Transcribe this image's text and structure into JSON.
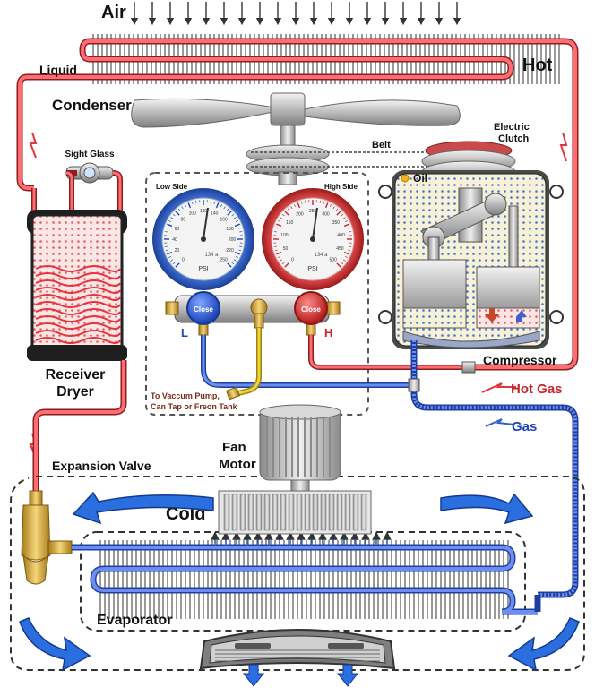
{
  "labels": {
    "air": "Air",
    "hot": "Hot",
    "liquid": "Liquid",
    "condenser": "Condenser",
    "sight_glass": "Sight Glass",
    "belt": "Belt",
    "electric_clutch_1": "Electric",
    "electric_clutch_2": "Clutch",
    "oil": "Oil",
    "compressor": "Compressor",
    "hot_gas": "Hot Gas",
    "gas": "Gas",
    "receiver": "Receiver",
    "dryer": "Dryer",
    "expansion_valve": "Expansion Valve",
    "fan_motor_1": "Fan",
    "fan_motor_2": "Motor",
    "cold": "Cold",
    "evaporator": "Evaporator",
    "vacuum_1": "To Vaccum Pump,",
    "vacuum_2": "Can Tap or Freon Tank"
  },
  "gauges": {
    "low": {
      "title": "Low Side",
      "unit": "PSI",
      "refrigerant": "134 a",
      "ticks": [
        "0",
        "20",
        "40",
        "60",
        "80",
        "100",
        "120",
        "140",
        "160",
        "180",
        "200",
        "220",
        "250"
      ],
      "valve_label": "Close",
      "port_label": "L"
    },
    "high": {
      "title": "High Side",
      "unit": "PSI",
      "refrigerant": "134 a",
      "ticks": [
        "0",
        "50",
        "100",
        "150",
        "200",
        "250",
        "300",
        "350",
        "400",
        "450",
        "500"
      ],
      "valve_label": "Close",
      "port_label": "H"
    }
  },
  "colors": {
    "hot_line": "#e8323c",
    "cold_line": "#2f5fd8",
    "yellow_hose": "#f2d43a",
    "arrow_blue": "#2a6ee0",
    "dashed": "#555555",
    "brass": "#d4a83a"
  }
}
